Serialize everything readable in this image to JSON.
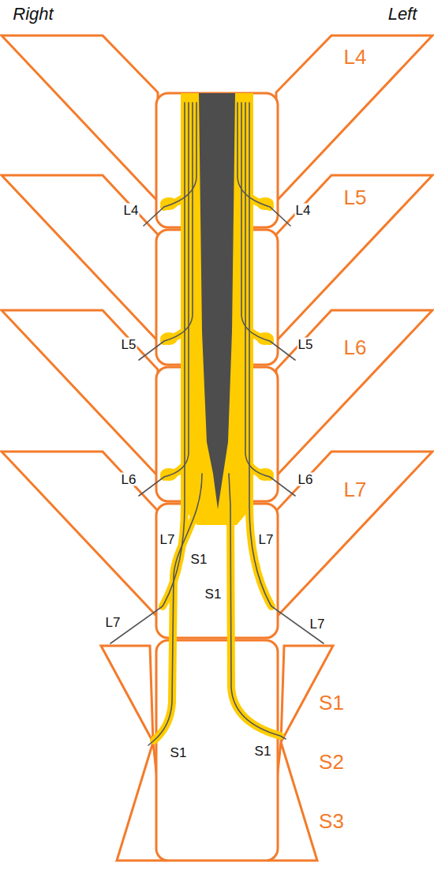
{
  "diagram": {
    "labels": [
      "Right",
      "Left",
      "L4",
      "L5",
      "L6",
      "L7",
      "S1",
      "S2",
      "S3",
      "L4",
      "L4",
      "L5",
      "L5",
      "L6",
      "L6",
      "L7",
      "S1",
      "L7",
      "S1",
      "L7",
      "L7",
      "S1",
      "S1"
    ]
  }
}
